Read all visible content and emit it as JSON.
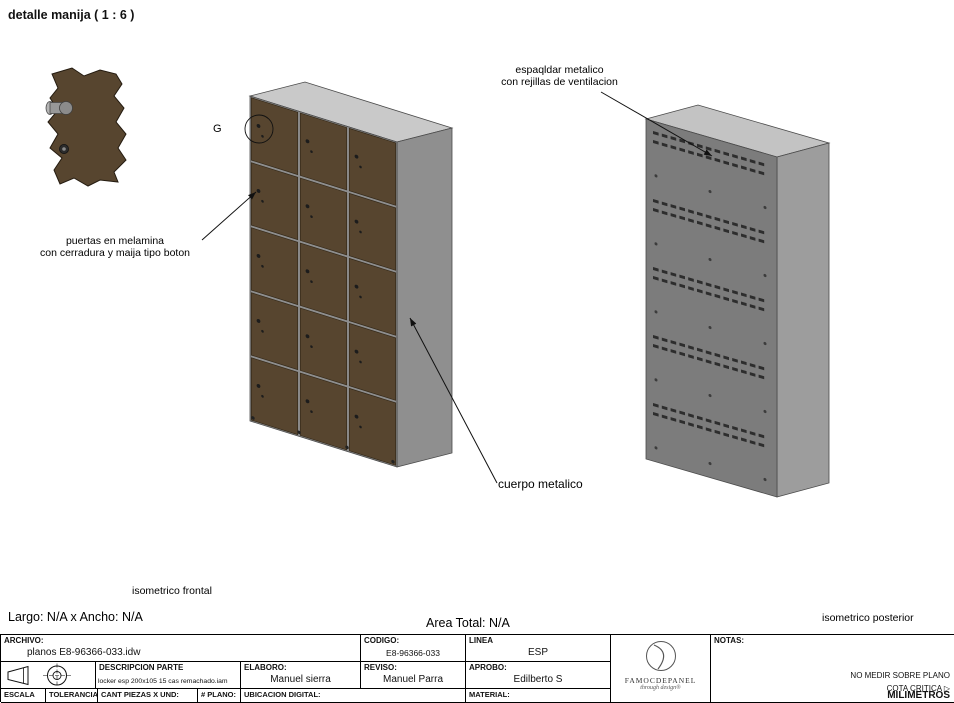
{
  "header": {
    "detail_title": "detalle manija ( 1 : 6 )"
  },
  "annotations": {
    "back_panel_label_line1": "espaqldar metalico",
    "back_panel_label_line2": "con rejillas de ventilacion",
    "doors_label_line1": "puertas en melamina",
    "doors_label_line2": "con cerradura y maija tipo boton",
    "body_label": "cuerpo metalico",
    "detail_marker": "G",
    "front_view_caption": "isometrico frontal",
    "back_view_caption": "isometrico posterior",
    "dimensions_text": "Largo: N/A x Ancho: N/A",
    "area_text": "Area Total: N/A"
  },
  "title_block": {
    "archivo_label": "ARCHIVO:",
    "archivo_value": "planos E8-96366-033.idw",
    "codigo_label": "CODIGO:",
    "codigo_value": "E8-96366-033",
    "linea_label": "LINEA",
    "linea_value": "ESP",
    "descripcion_label": "DESCRIPCION PARTE",
    "descripcion_value": "locker esp 200x105 15 cas remachado.iam",
    "elaboro_label": "ELABORO:",
    "elaboro_value": "Manuel sierra",
    "reviso_label": "REVISO:",
    "reviso_value": "Manuel Parra",
    "aprobo_label": "APROBO:",
    "aprobo_value": "Edilberto S",
    "escala_label": "ESCALA",
    "tolerancia_label": "TOLERANCIA",
    "cant_piezas_label": "CANT PIEZAS X UND:",
    "num_plano_label": "# PLANO:",
    "ubicacion_label": "UBICACION DIGITAL:",
    "material_label": "MATERIAL:",
    "notas_label": "NOTAS:",
    "nota_no_medir": "NO MEDIR SOBRE PLANO",
    "nota_cota_critica": "COTA CRITICA",
    "cota_symbol": "▷",
    "units": "MILIMETROS",
    "logo_name": "FAMOCDEPANEL",
    "logo_tagline": "through design®"
  },
  "diagram": {
    "front_locker": {
      "columns": 3,
      "rows": 5
    },
    "back_locker": {
      "vent_bands": 5,
      "vent_rows_per_band": 2,
      "dashes_per_row": 13
    },
    "colors": {
      "door_brown": "#57452f",
      "door_edge": "#332818",
      "frame_gap": "#8e8e8e",
      "top_face": "#c9c9c9",
      "side_face": "#8f8f8f",
      "back_face": "#7c7c7c",
      "back_side_face": "#9d9d9d",
      "back_top_face": "#c3c3c3",
      "vent_slot": "#2d2d2d",
      "outline": "#4a4a4a",
      "leader_line": "#111111"
    }
  }
}
